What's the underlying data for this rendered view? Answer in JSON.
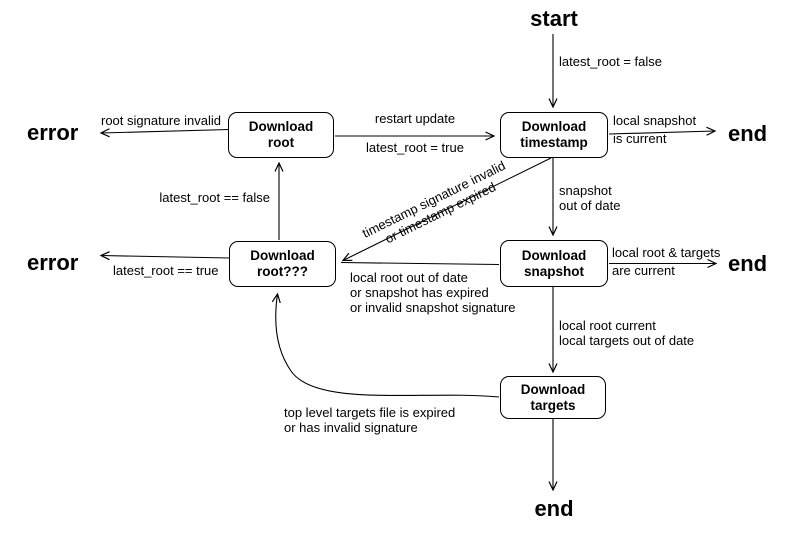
{
  "diagram_title": "update workflow state diagram",
  "colors": {
    "background": "#ffffff",
    "line": "#000000",
    "text": "#000000",
    "node_fill": "#ffffff",
    "node_border": "#000000"
  },
  "terminals": {
    "start": "start",
    "error_top": "error",
    "error_mid": "error",
    "end_top": "end",
    "end_mid": "end",
    "end_bottom": "end"
  },
  "nodes": {
    "root": {
      "lines": [
        "Download",
        "root"
      ]
    },
    "timestamp": {
      "lines": [
        "Download",
        "timestamp"
      ]
    },
    "root_retry": {
      "lines": [
        "Download",
        "root???"
      ]
    },
    "snapshot": {
      "lines": [
        "Download",
        "snapshot"
      ]
    },
    "targets": {
      "lines": [
        "Download",
        "targets"
      ]
    }
  },
  "edge_labels": {
    "start_to_timestamp": {
      "lines": [
        "latest_root = false"
      ]
    },
    "root_to_error": {
      "lines": [
        "root signature invalid"
      ]
    },
    "root_to_timestamp": {
      "lines": [
        "restart update",
        "latest_root = true"
      ]
    },
    "timestamp_to_end": {
      "lines": [
        "local snapshot",
        "is current"
      ]
    },
    "rootretry_to_root": {
      "lines": [
        "latest_root == false"
      ]
    },
    "timestamp_to_rootretry": {
      "lines": [
        "timestamp signature invalid",
        "or timestamp expired"
      ]
    },
    "timestamp_to_snapshot": {
      "lines": [
        "snapshot",
        "out of date"
      ]
    },
    "snapshot_to_rootretry": {
      "lines": [
        "local root out of date",
        "or snapshot has expired",
        "or invalid snapshot signature"
      ]
    },
    "rootretry_to_error": {
      "lines": [
        "latest_root == true"
      ]
    },
    "snapshot_to_end": {
      "lines": [
        "local root & targets",
        "are current"
      ]
    },
    "snapshot_to_targets": {
      "lines": [
        "local root current",
        "local targets out of date"
      ]
    },
    "targets_to_rootretry": {
      "lines": [
        "top level targets file is expired",
        "or has invalid signature"
      ]
    }
  }
}
